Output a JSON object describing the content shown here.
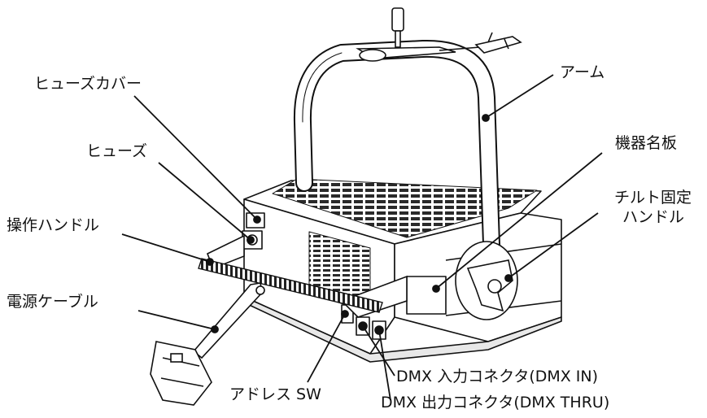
{
  "labels": {
    "fuse_cover": "ヒューズカバー",
    "fuse": "ヒューズ",
    "operation_handle": "操作ハンドル",
    "power_cable": "電源ケーブル",
    "arm": "アーム",
    "nameplate": "機器名板",
    "tilt_handle_line1": "チルト固定",
    "tilt_handle_line2": "ハンドル",
    "address_sw": "アドレス SW",
    "dmx_in": "DMX 入力コネクタ(DMX IN)",
    "dmx_thru": "DMX 出力コネクタ(DMX THRU)"
  },
  "colors": {
    "line": "#111111",
    "body_fill": "#ffffff",
    "vent_fill": "#2a2a2a",
    "shade": "#d6d6d6"
  }
}
